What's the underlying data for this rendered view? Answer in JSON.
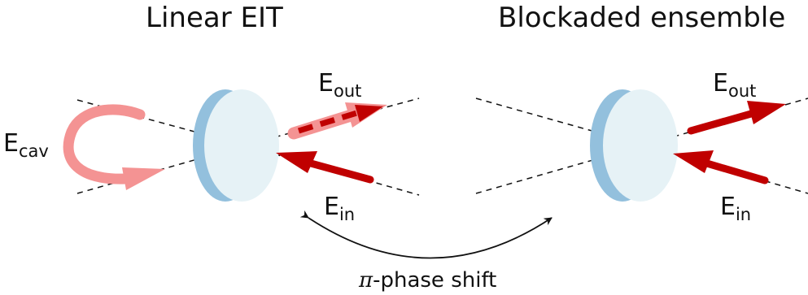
{
  "titles": {
    "left": "Linear EIT",
    "right": "Blockaded ensemble"
  },
  "labels": {
    "cavity_field": {
      "base": "E",
      "sub": "cav"
    },
    "left_output": {
      "base": "E",
      "sub": "out"
    },
    "left_input": {
      "base": "E",
      "sub": "in"
    },
    "right_output": {
      "base": "E",
      "sub": "out"
    },
    "right_input": {
      "base": "E",
      "sub": "in"
    }
  },
  "caption": {
    "symbol": "π",
    "text": "-phase shift"
  },
  "colors": {
    "mirror_back": "#93c0dd",
    "mirror_face": "#e6f2f6",
    "field_dark": "#c00000",
    "field_light": "#f49393",
    "beam_axis": "#111111"
  }
}
